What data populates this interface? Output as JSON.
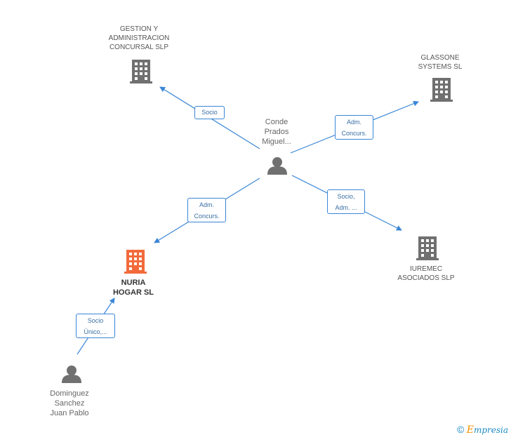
{
  "nodes": {
    "gestion": {
      "label": "GESTION Y\nADMINISTRACION\nCONCURSAL SLP"
    },
    "glassone": {
      "label": "GLASSONE\nSYSTEMS SL"
    },
    "conde": {
      "label": "Conde\nPrados\nMiguel..."
    },
    "nuria": {
      "label": "NURIA\nHOGAR SL"
    },
    "iuremec": {
      "label": "IUREMEC\nASOCIADOS SLP"
    },
    "dominguez": {
      "label": "Dominguez\nSanchez\nJuan Pablo"
    }
  },
  "edges": {
    "e1": {
      "label": "Socio"
    },
    "e2": {
      "label": "Adm.\nConcurs."
    },
    "e3": {
      "label": "Adm.\nConcurs."
    },
    "e4": {
      "label": "Socio,\nAdm. ..."
    },
    "e5": {
      "label": "Socio\nÚnico,..."
    }
  },
  "colors": {
    "edge": "#3a86d6",
    "building": "#707070",
    "focus_building": "#f26a3b",
    "person": "#707070"
  },
  "credit": {
    "symbol": "©",
    "brand_first": "E",
    "brand_rest": "mpresia"
  }
}
